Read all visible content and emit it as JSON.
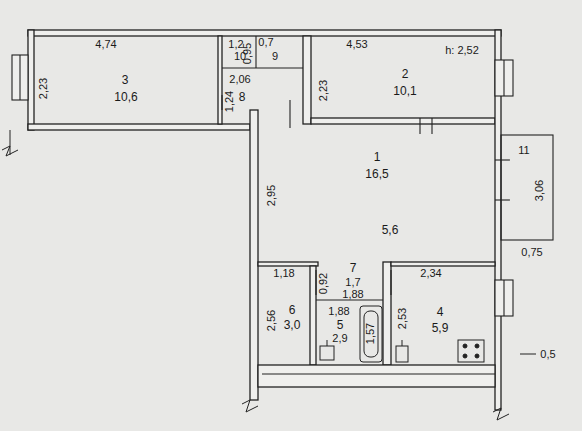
{
  "diagram": {
    "labels": [
      "4,74",
      "1,2",
      "0,7",
      "4,53",
      "h: 2,52",
      "2,23",
      "3",
      "10,6",
      "10",
      "0,95",
      "9",
      "2,23",
      "2",
      "10,1",
      "2,06",
      "1,24",
      "8",
      "11",
      "1",
      "16,5",
      "2,95",
      "3,06",
      "5,6",
      "0,75",
      "1,18",
      "7",
      "1,7",
      "2,34",
      "0,92",
      "1,88",
      "2,56",
      "6",
      "3,0",
      "1,88",
      "5",
      "2,9",
      "1,57",
      "2,53",
      "4",
      "5,9",
      "0,5"
    ]
  }
}
